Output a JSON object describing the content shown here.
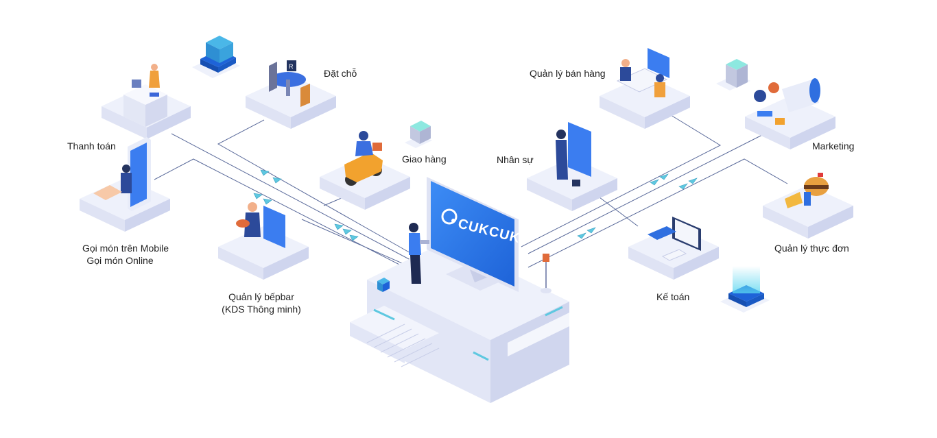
{
  "brand": {
    "name": "CUKCUK",
    "color": "#2f7cf0"
  },
  "labels": {
    "payment": "Thanh toán",
    "reservation": "Đặt chỗ",
    "delivery": "Giao hàng",
    "mobile_order_1": "Gọi món trên Mobile",
    "mobile_order_2": "Gọi món Online",
    "kitchen_1": "Quản lý bếpbar",
    "kitchen_2": "(KDS Thông minh)",
    "sales": "Quản lý bán hàng",
    "hr": "Nhân sự",
    "marketing": "Marketing",
    "menu": "Quản lý thực đơn",
    "accounting": "Kế toán"
  },
  "colors": {
    "platform_top": "#eef1fb",
    "platform_side": "#d9def2",
    "accent_blue": "#2f7cf0",
    "line": "#5a6a9a",
    "arrow": "#5ec8e0"
  }
}
